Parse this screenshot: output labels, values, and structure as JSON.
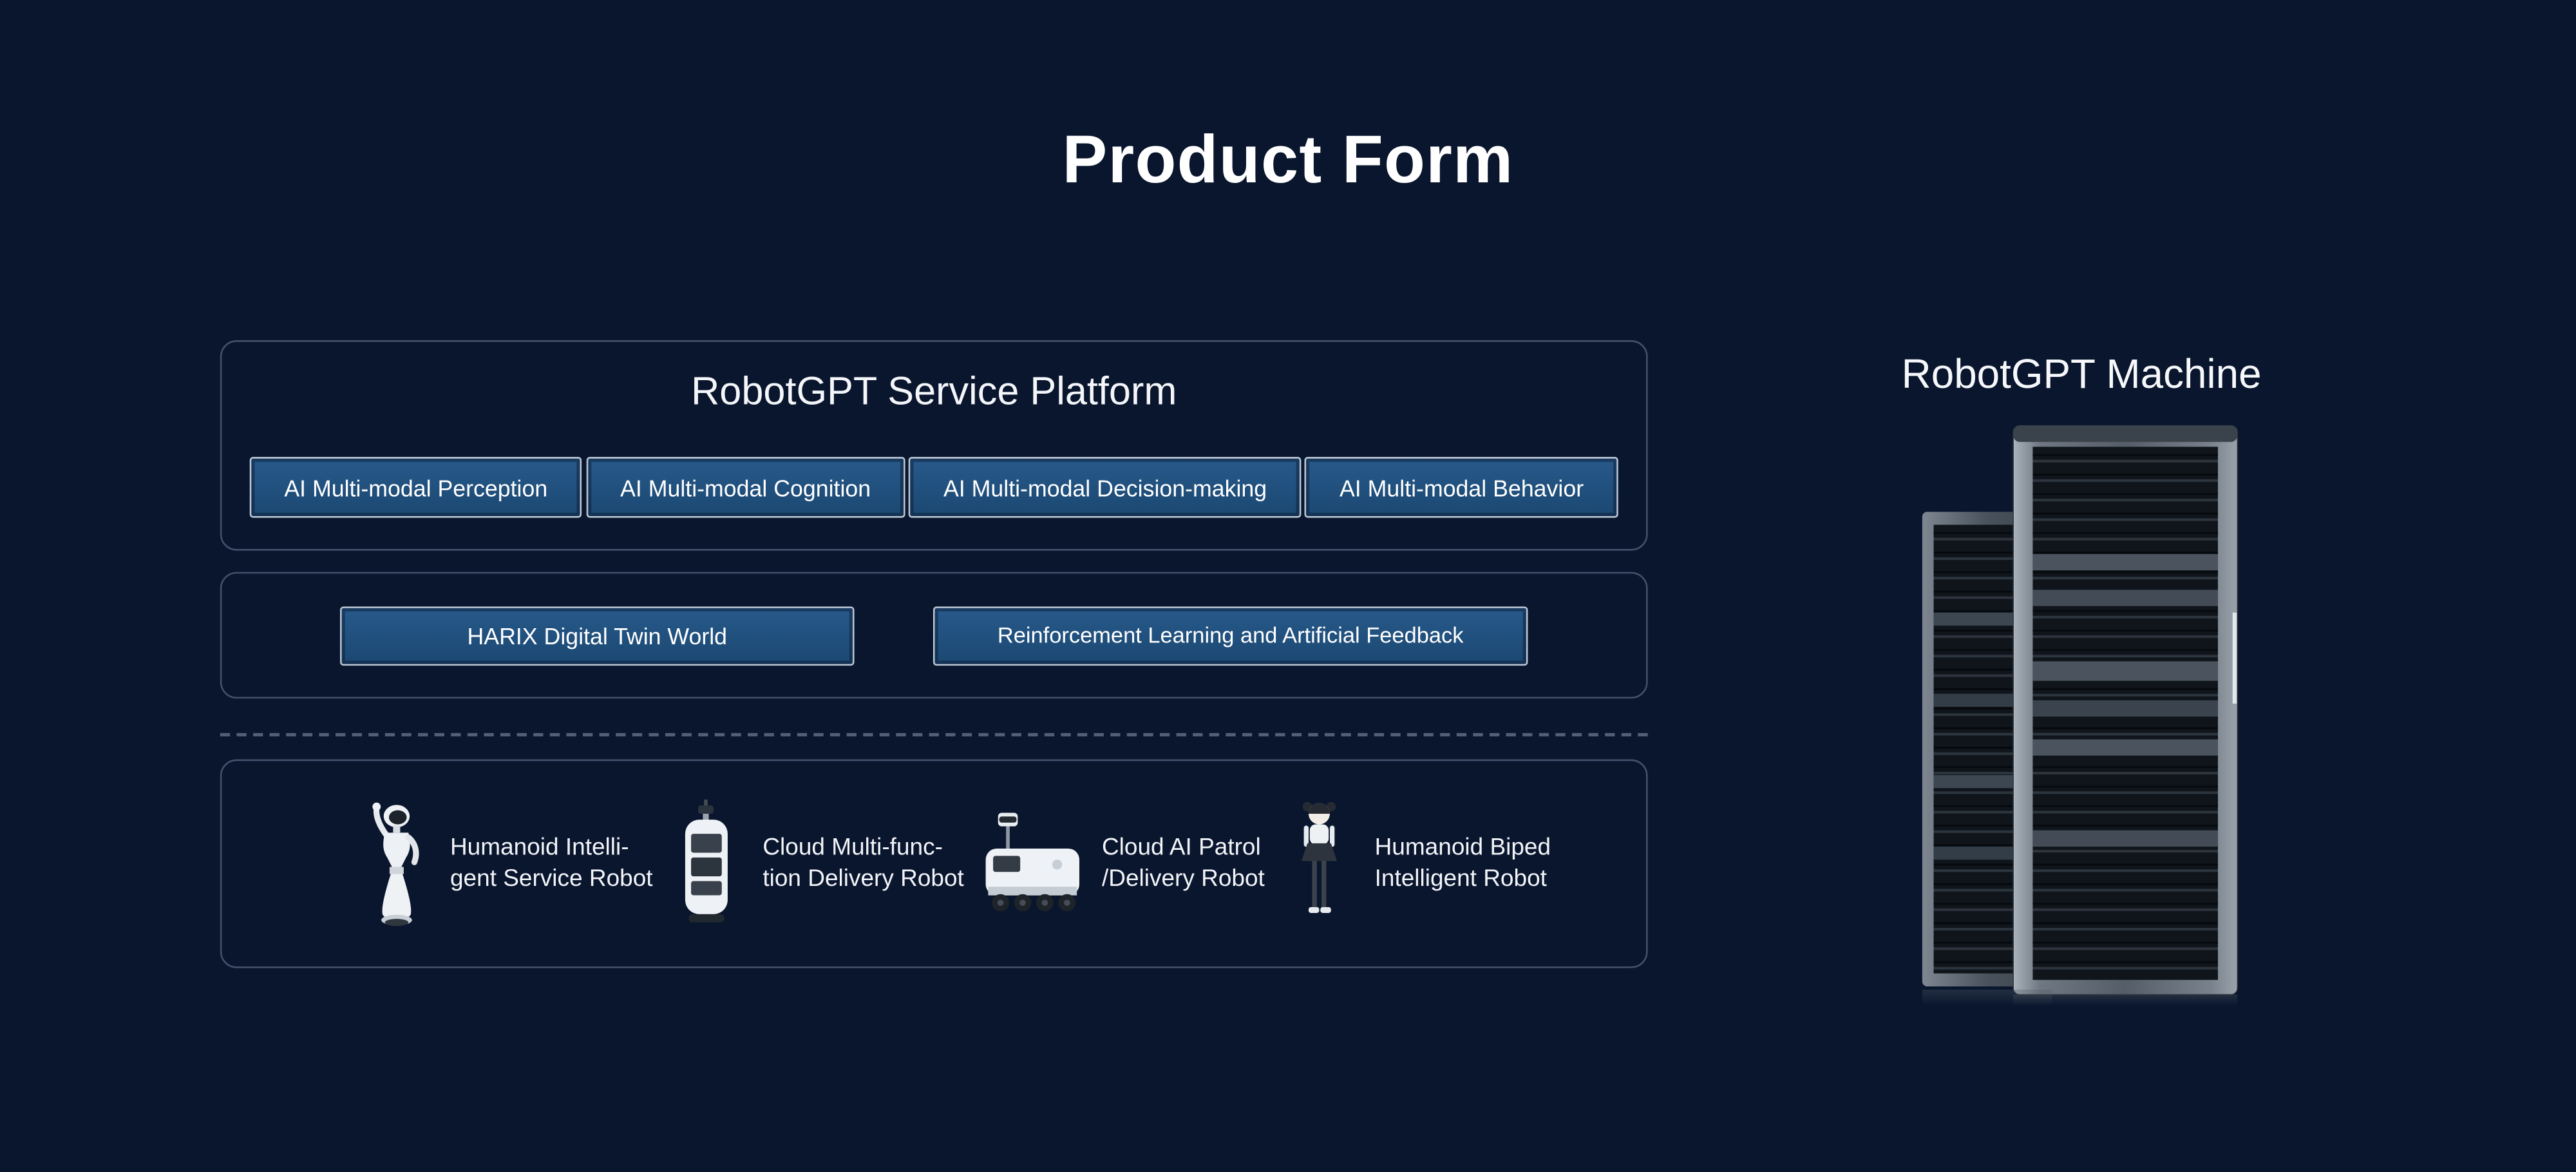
{
  "page": {
    "title": "Product Form"
  },
  "platform": {
    "title": "RobotGPT Service Platform",
    "modules": [
      {
        "label": "AI Multi-modal Perception"
      },
      {
        "label": "AI Multi-modal Cognition"
      },
      {
        "label": "AI Multi-modal Decision-making"
      },
      {
        "label": "AI Multi-modal Behavior"
      }
    ]
  },
  "middle": {
    "items": [
      {
        "label": "HARIX Digital Twin World"
      },
      {
        "label": "Reinforcement Learning and Artificial Feedback"
      }
    ]
  },
  "robots": {
    "items": [
      {
        "line1": "Humanoid Intelli-",
        "line2": "gent Service Robot",
        "icon": "humanoid-service-robot"
      },
      {
        "line1": "Cloud Multi-func-",
        "line2": "tion Delivery Robot",
        "icon": "delivery-robot"
      },
      {
        "line1": "Cloud AI Patrol",
        "line2": "/Delivery Robot",
        "icon": "patrol-robot"
      },
      {
        "line1": "Humanoid Biped",
        "line2": "Intelligent Robot",
        "icon": "biped-robot"
      }
    ]
  },
  "machine": {
    "title": "RobotGPT Machine",
    "icon": "server-racks"
  },
  "colors": {
    "background": "#0a162e",
    "panel_border": "#4a5770",
    "button_fill": "#1d4e7c",
    "button_border": "#bcc8d4",
    "text": "#ffffff"
  }
}
